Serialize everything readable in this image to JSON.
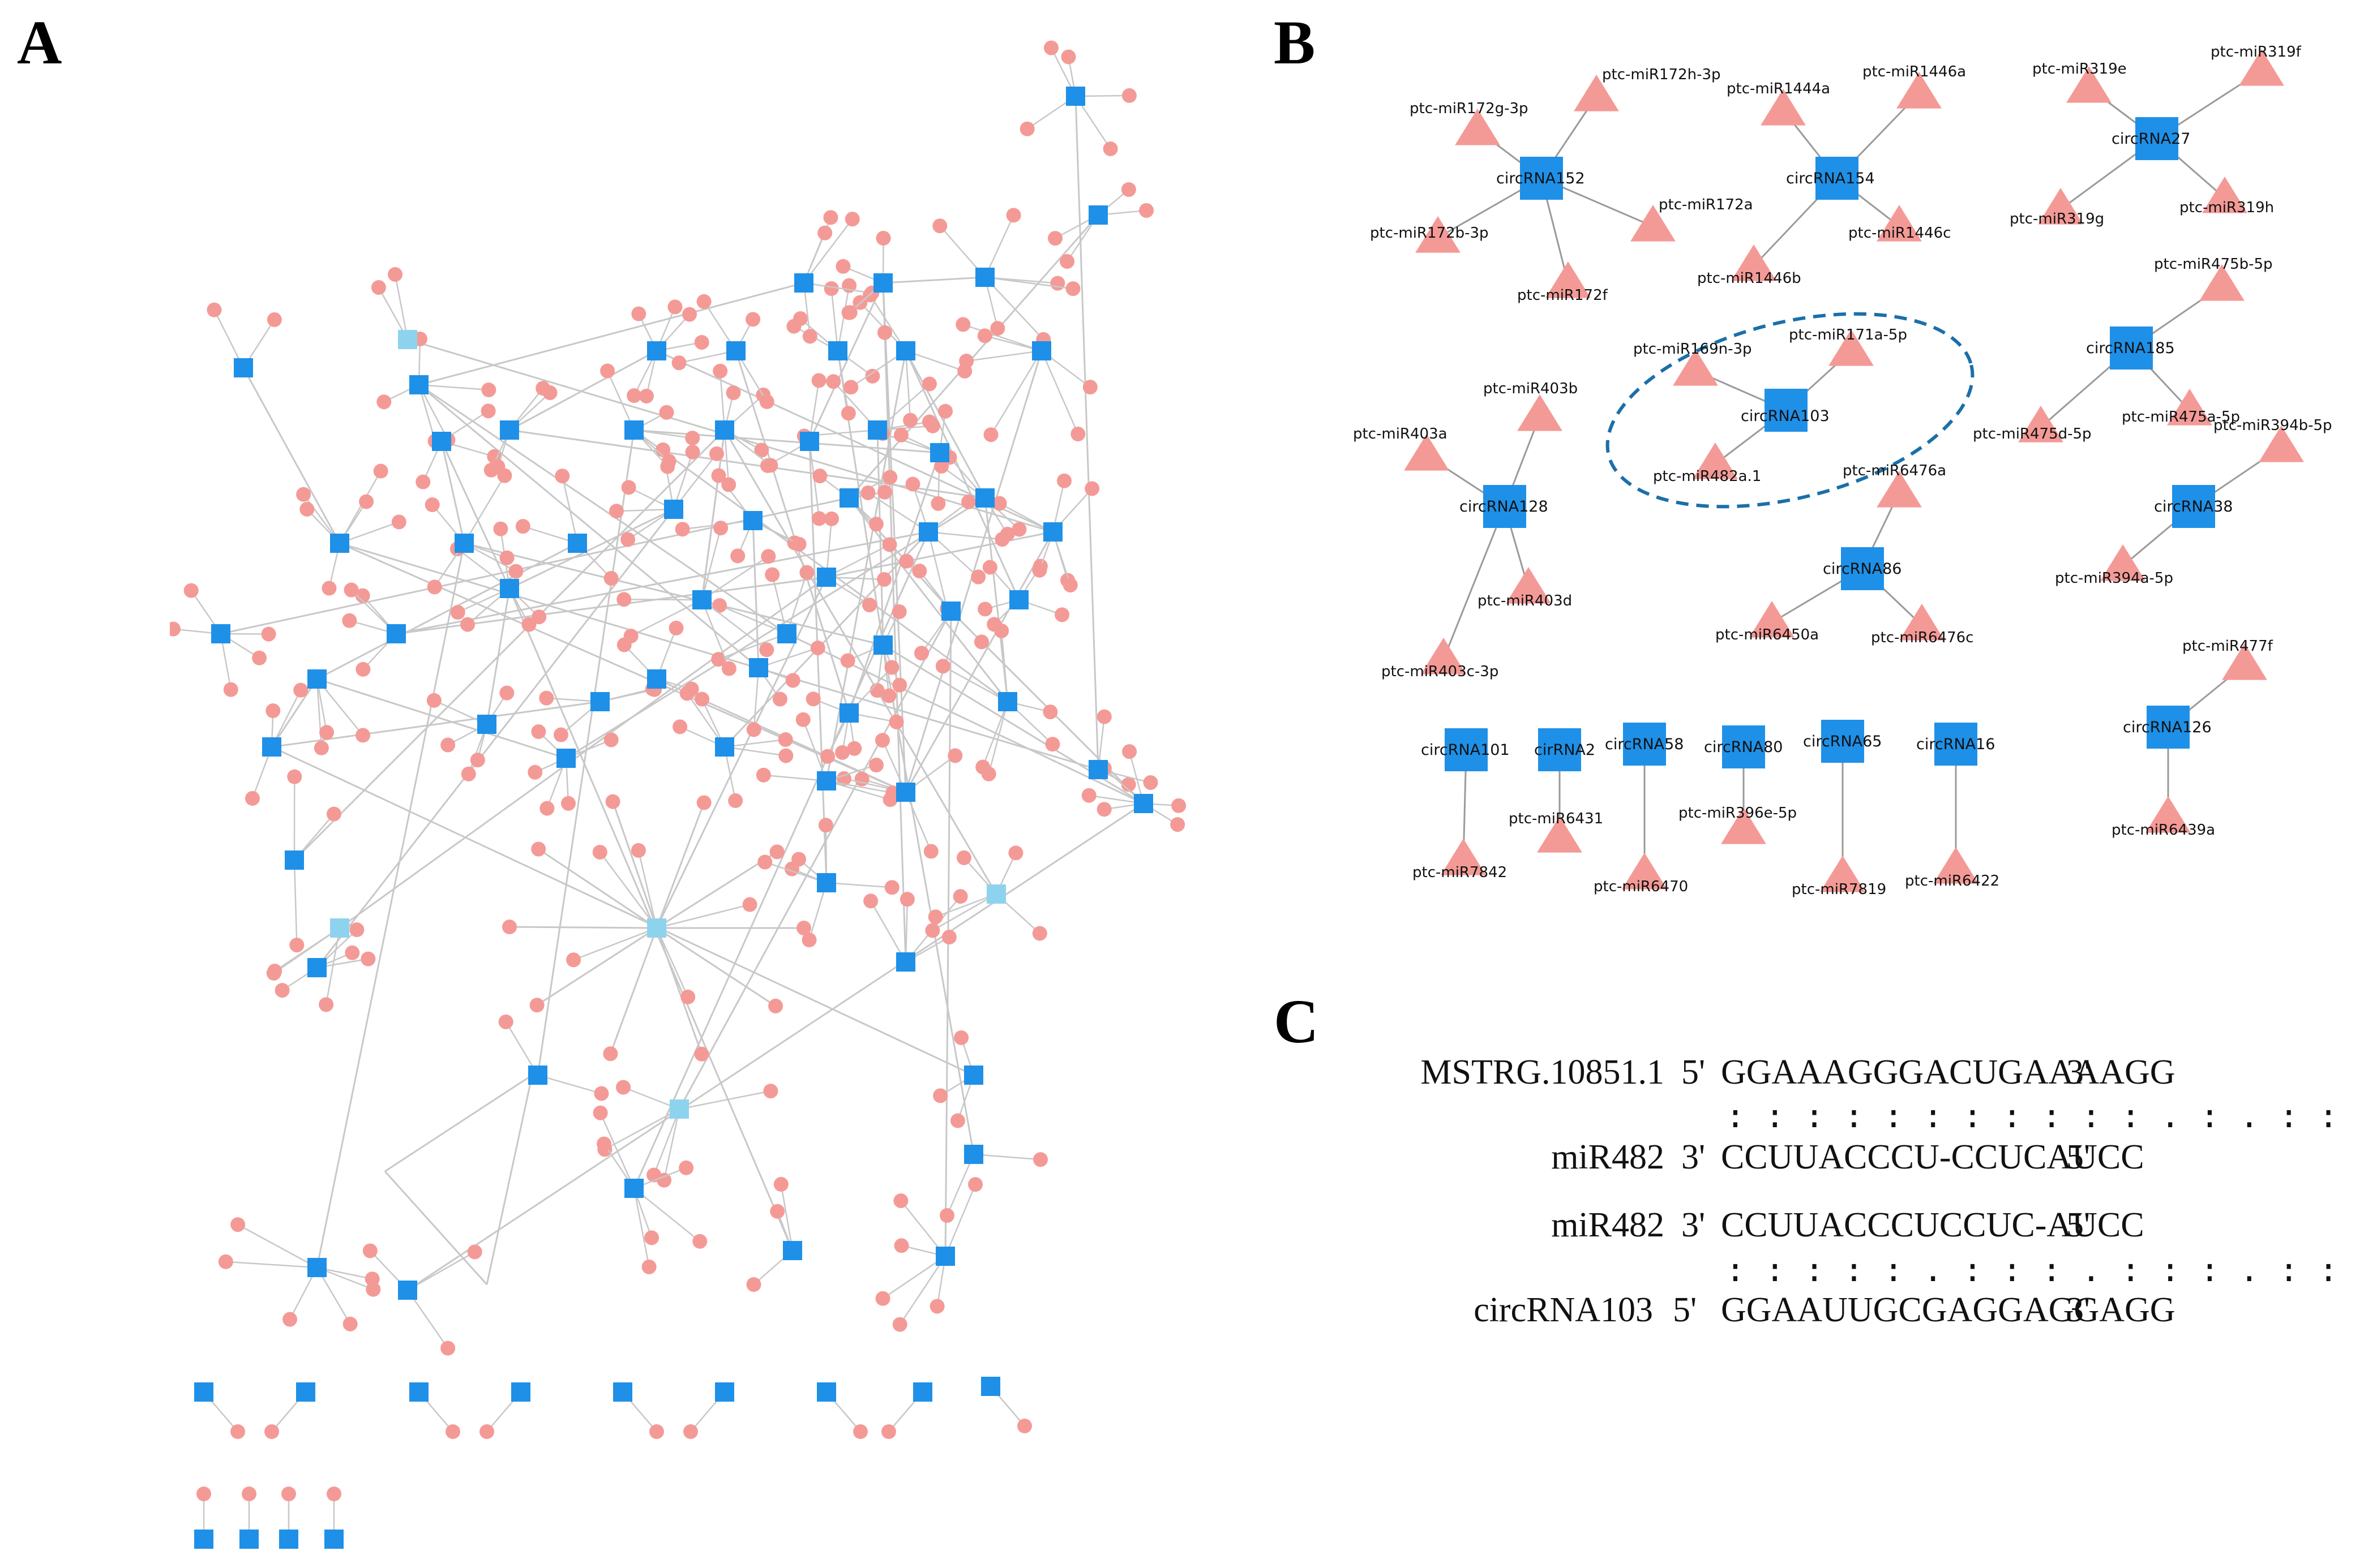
{
  "panels": {
    "a": "A",
    "b": "B",
    "c": "C"
  },
  "colors": {
    "circ": "#1E90E8",
    "circ_light": "#8ED3EE",
    "mir": "#F49A96",
    "edge": "#C8C8C8",
    "ellipse": "#1B6FA8"
  },
  "panel_b": {
    "clusters": [
      {
        "hub": "circRNA152",
        "mirs": [
          "ptc-miR172h-3p",
          "ptc-miR172g-3p",
          "ptc-miR172a",
          "ptc-miR172b-3p",
          "ptc-miR172f"
        ]
      },
      {
        "hub": "circRNA154",
        "mirs": [
          "ptc-miR1444a",
          "ptc-miR1446a",
          "ptc-miR1446c",
          "ptc-miR1446b"
        ]
      },
      {
        "hub": "circRNA27",
        "mirs": [
          "ptc-miR319e",
          "ptc-miR319f",
          "ptc-miR319g",
          "ptc-miR319h"
        ]
      },
      {
        "hub": "circRNA103",
        "mirs": [
          "ptc-miR169n-3p",
          "ptc-miR171a-5p",
          "ptc-miR482a.1"
        ]
      },
      {
        "hub": "circRNA185",
        "mirs": [
          "ptc-miR475b-5p",
          "ptc-miR475d-5p",
          "ptc-miR475a-5p"
        ]
      },
      {
        "hub": "circRNA128",
        "mirs": [
          "ptc-miR403b",
          "ptc-miR403a",
          "ptc-miR403d",
          "ptc-miR403c-3p"
        ]
      },
      {
        "hub": "circRNA86",
        "mirs": [
          "ptc-miR6476a",
          "ptc-miR6450a",
          "ptc-miR6476c"
        ]
      },
      {
        "hub": "circRNA38",
        "mirs": [
          "ptc-miR394b-5p",
          "ptc-miR394a-5p"
        ]
      },
      {
        "hub": "circRNA126",
        "mirs": [
          "ptc-miR477f",
          "ptc-miR6439a"
        ]
      },
      {
        "hub": "circRNA101",
        "mirs": [
          "ptc-miR7842"
        ]
      },
      {
        "hub": "cirRNA2",
        "mirs": [
          "ptc-miR6431"
        ]
      },
      {
        "hub": "circRNA58",
        "mirs": [
          "ptc-miR6470"
        ]
      },
      {
        "hub": "circRNA80",
        "mirs": [
          "ptc-miR396e-5p"
        ]
      },
      {
        "hub": "circRNA65",
        "mirs": [
          "ptc-miR7819"
        ]
      },
      {
        "hub": "circRNA16",
        "mirs": [
          "ptc-miR6422"
        ]
      }
    ]
  },
  "panel_c": {
    "rows": [
      {
        "name": "MSTRG.10851.1",
        "end5": "5'",
        "seq": "GGAAAGGGACUGAAAAGG",
        "end3": "3'"
      },
      {
        "dots": ": : : : : : : : :       : : . : . : : :"
      },
      {
        "name": "miR482",
        "end5": "3'",
        "seq": "CCUUACCCU-CCUCAUCC",
        "end3": "5'"
      },
      {
        "name": "miR482",
        "end5": "3'",
        "seq": "CCUUACCCUCCUC-AUCC",
        "end3": "5'"
      },
      {
        "dots": ": : : : : . : : : . : : : .   : : : :"
      },
      {
        "name": "circRNA103",
        "end5": "5'",
        "seq": "GGAAUUGCGAGGAGGAGG",
        "end3": "3'"
      }
    ]
  }
}
